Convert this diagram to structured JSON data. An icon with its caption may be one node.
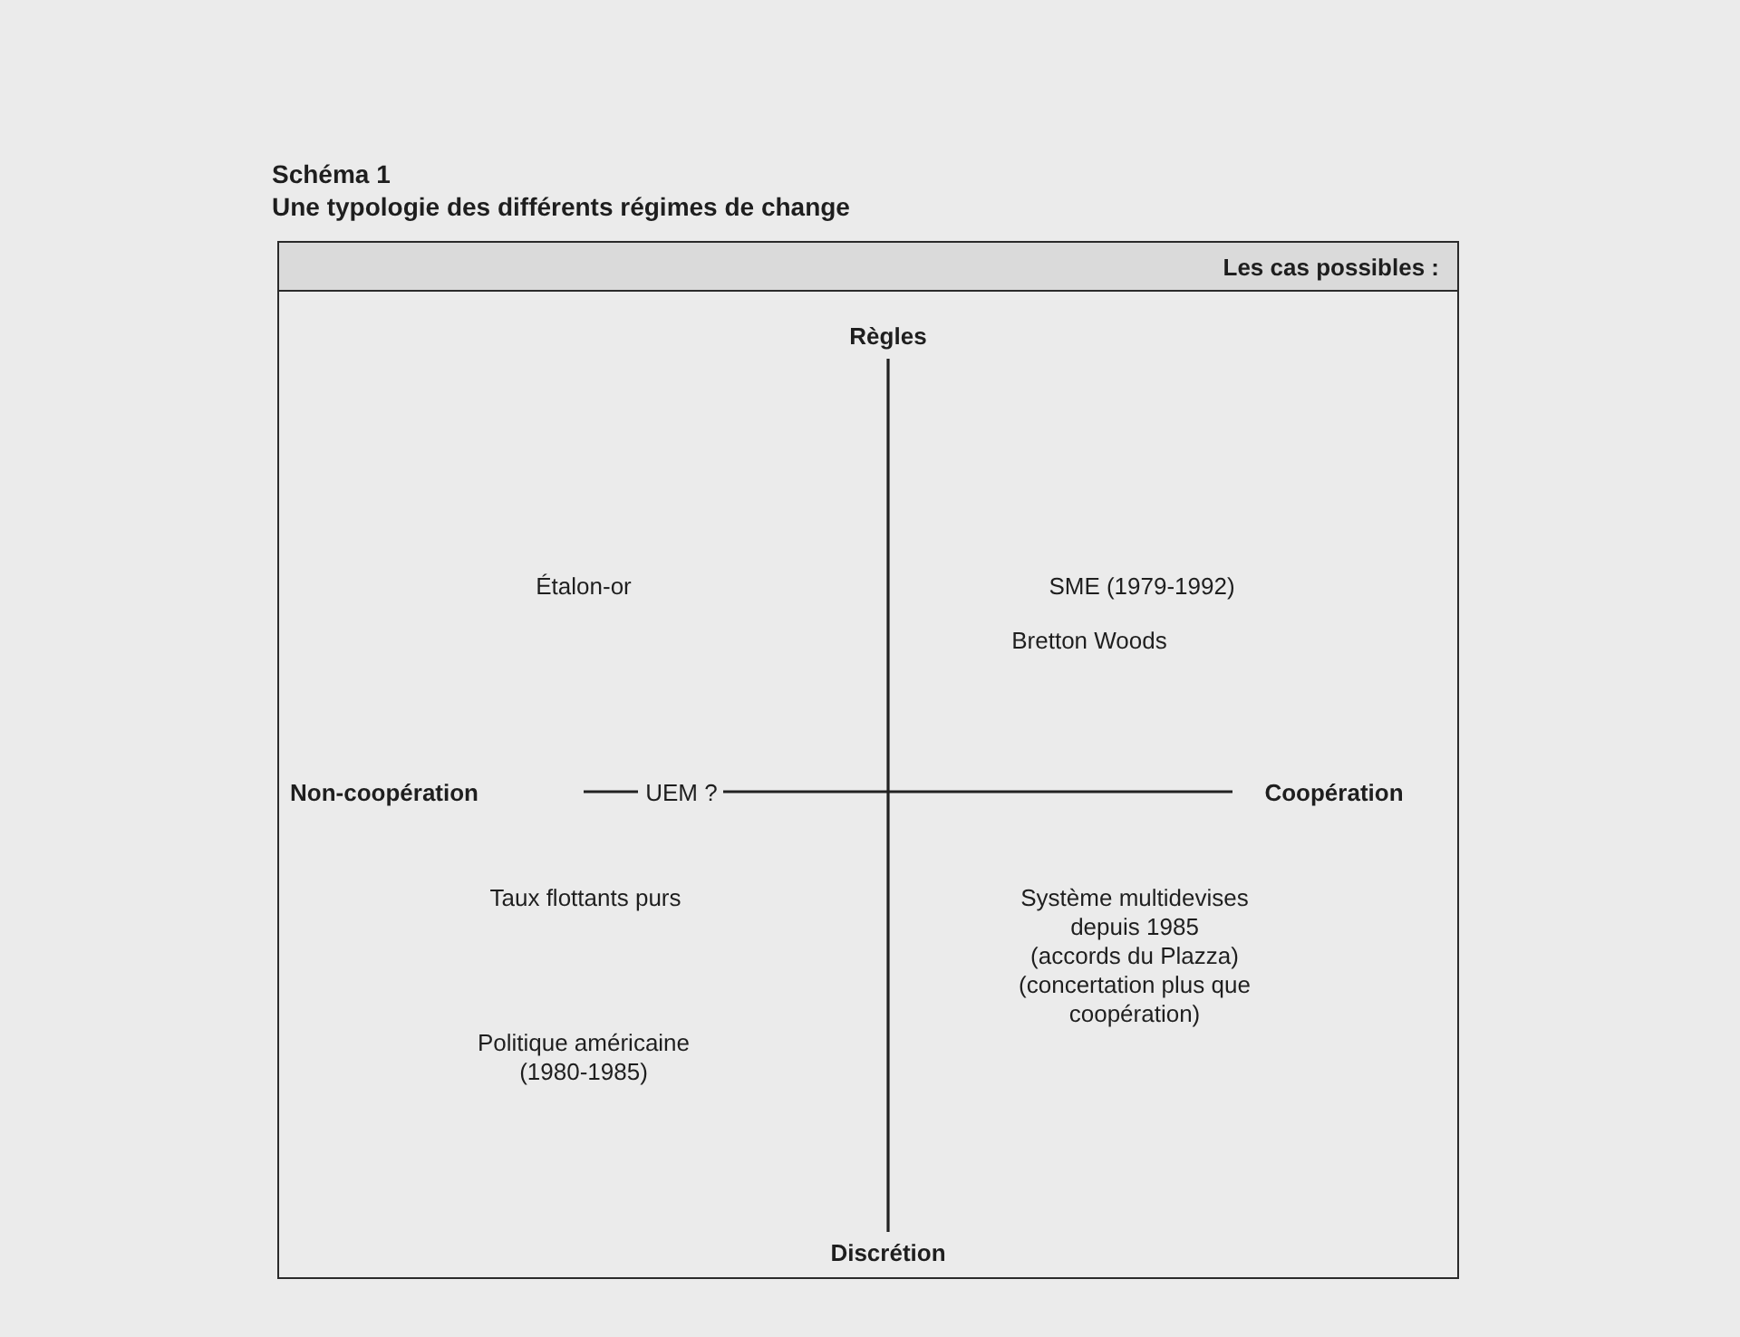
{
  "diagram": {
    "title": "Schéma 1",
    "nodes": [
      {
        "text": [
          "Les cas possibles :"
        ]
      }
    ],
    "labels": [
      "Une typologie des différents régimes de change",
      "Règles",
      "Étalon-or",
      "SME (1979-1992)",
      "Bretton Woods",
      "Non-coopération",
      "UEM ?",
      "Coopération",
      "Taux flottants purs",
      "Système multidevises depuis 1985",
      "(accords du Plazza)",
      "(concertation plus que coopération)",
      "Politique américaine (1980-1985)",
      "Discrétion"
    ]
  }
}
